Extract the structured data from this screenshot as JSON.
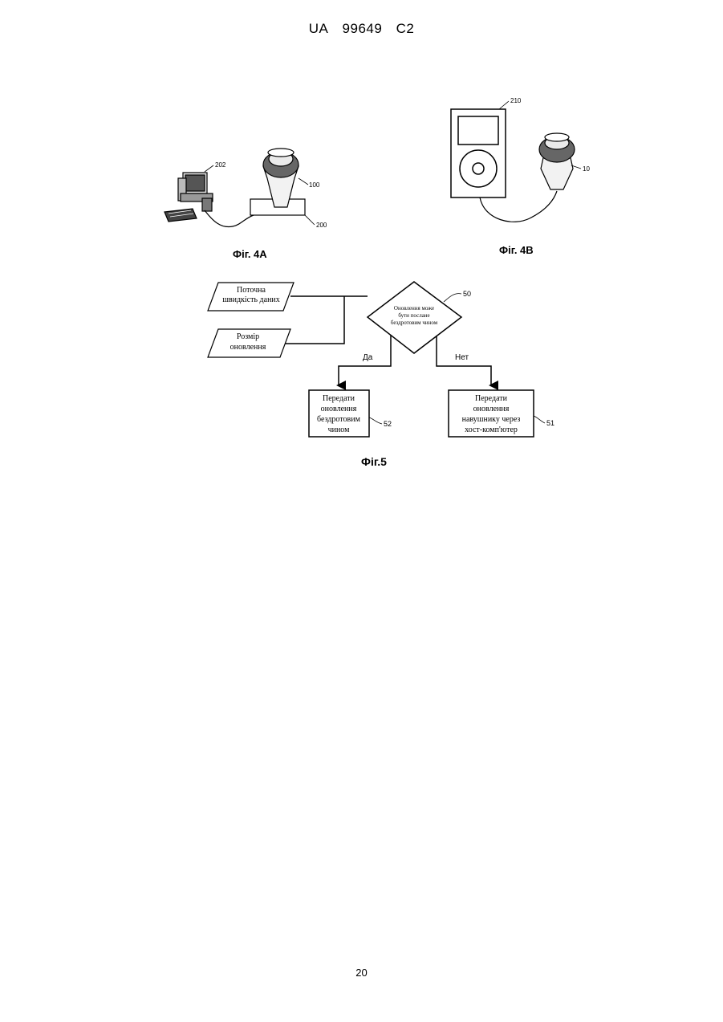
{
  "header": {
    "country": "UA",
    "number": "99649",
    "kind": "C2"
  },
  "figures": {
    "fig4a": {
      "label": "Фіг. 4А",
      "refs": {
        "computer": "202",
        "earpiece": "100",
        "dock": "200"
      }
    },
    "fig4b": {
      "label": "Фіг. 4В",
      "refs": {
        "player": "210",
        "earpiece": "10"
      }
    },
    "fig5": {
      "label": "Фіг.5",
      "input_rate_line1": "Поточна",
      "input_rate_line2": "швидкість даних",
      "input_size_line1": "Розмір",
      "input_size_line2": "оновлення",
      "decision_line1": "Оновлення може",
      "decision_line2": "бути послане",
      "decision_line3": "бездротовим чином",
      "decision_ref": "50",
      "yes_label": "Да",
      "no_label": "Нет",
      "box_left_line1": "Передати",
      "box_left_line2": "оновлення",
      "box_left_line3": "бездротовим",
      "box_left_line4": "чином",
      "box_left_ref": "52",
      "box_right_line1": "Передати",
      "box_right_line2": "оновлення",
      "box_right_line3": "навушнику через",
      "box_right_line4": "хост-комп'ютер",
      "box_right_ref": "51"
    }
  },
  "page_number": "20"
}
